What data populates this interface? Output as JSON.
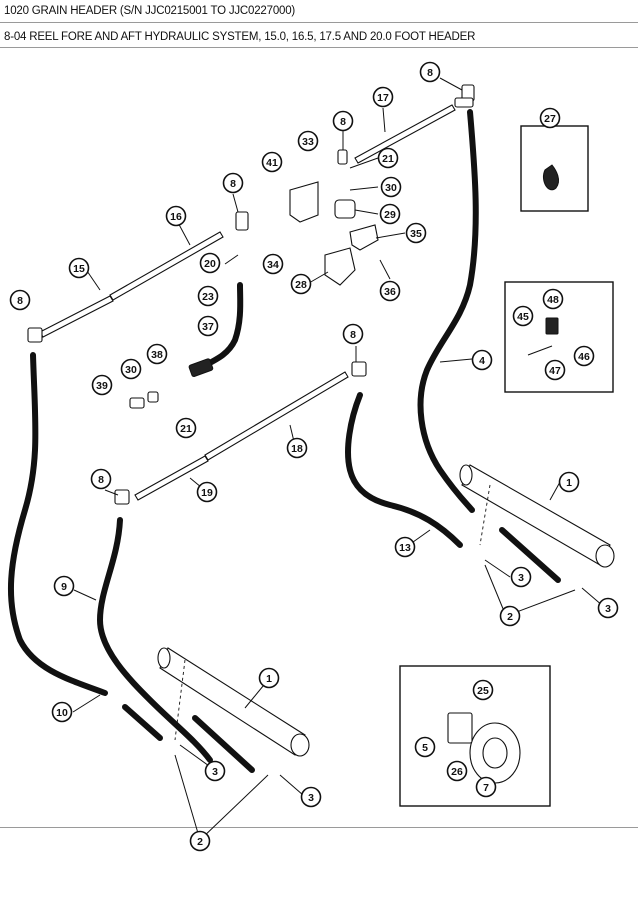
{
  "header": {
    "title": "1020 GRAIN HEADER (S/N JJC0215001 TO JJC0227000)",
    "subtitle": "8-04 REEL FORE AND AFT HYDRAULIC SYSTEM, 15.0, 16.5, 17.5 AND 20.0 FOOT HEADER"
  },
  "callouts": [
    {
      "id": "c8a",
      "label": "8"
    },
    {
      "id": "c17",
      "label": "17"
    },
    {
      "id": "c27",
      "label": "27"
    },
    {
      "id": "c33",
      "label": "33"
    },
    {
      "id": "c8b",
      "label": "8"
    },
    {
      "id": "c41",
      "label": "41"
    },
    {
      "id": "c21a",
      "label": "21"
    },
    {
      "id": "c30a",
      "label": "30"
    },
    {
      "id": "c29",
      "label": "29"
    },
    {
      "id": "c35",
      "label": "35"
    },
    {
      "id": "c8c",
      "label": "8"
    },
    {
      "id": "c16",
      "label": "16"
    },
    {
      "id": "c20",
      "label": "20"
    },
    {
      "id": "c34",
      "label": "34"
    },
    {
      "id": "c15",
      "label": "15"
    },
    {
      "id": "c23",
      "label": "23"
    },
    {
      "id": "c28",
      "label": "28"
    },
    {
      "id": "c36",
      "label": "36"
    },
    {
      "id": "c8d",
      "label": "8"
    },
    {
      "id": "c48",
      "label": "48"
    },
    {
      "id": "c45",
      "label": "45"
    },
    {
      "id": "c37",
      "label": "37"
    },
    {
      "id": "c46",
      "label": "46"
    },
    {
      "id": "c8e",
      "label": "8"
    },
    {
      "id": "c4",
      "label": "4"
    },
    {
      "id": "c38",
      "label": "38"
    },
    {
      "id": "c30b",
      "label": "30"
    },
    {
      "id": "c47",
      "label": "47"
    },
    {
      "id": "c39",
      "label": "39"
    },
    {
      "id": "c21b",
      "label": "21"
    },
    {
      "id": "c18",
      "label": "18"
    },
    {
      "id": "c1a",
      "label": "1"
    },
    {
      "id": "c8f",
      "label": "8"
    },
    {
      "id": "c19",
      "label": "19"
    },
    {
      "id": "c13",
      "label": "13"
    },
    {
      "id": "c3a",
      "label": "3"
    },
    {
      "id": "c3b",
      "label": "3"
    },
    {
      "id": "c2a",
      "label": "2"
    },
    {
      "id": "c9",
      "label": "9"
    },
    {
      "id": "c1b",
      "label": "1"
    },
    {
      "id": "c25",
      "label": "25"
    },
    {
      "id": "c10",
      "label": "10"
    },
    {
      "id": "c5",
      "label": "5"
    },
    {
      "id": "c26",
      "label": "26"
    },
    {
      "id": "c3c",
      "label": "3"
    },
    {
      "id": "c7",
      "label": "7"
    },
    {
      "id": "c3d",
      "label": "3"
    },
    {
      "id": "c2b",
      "label": "2"
    }
  ]
}
